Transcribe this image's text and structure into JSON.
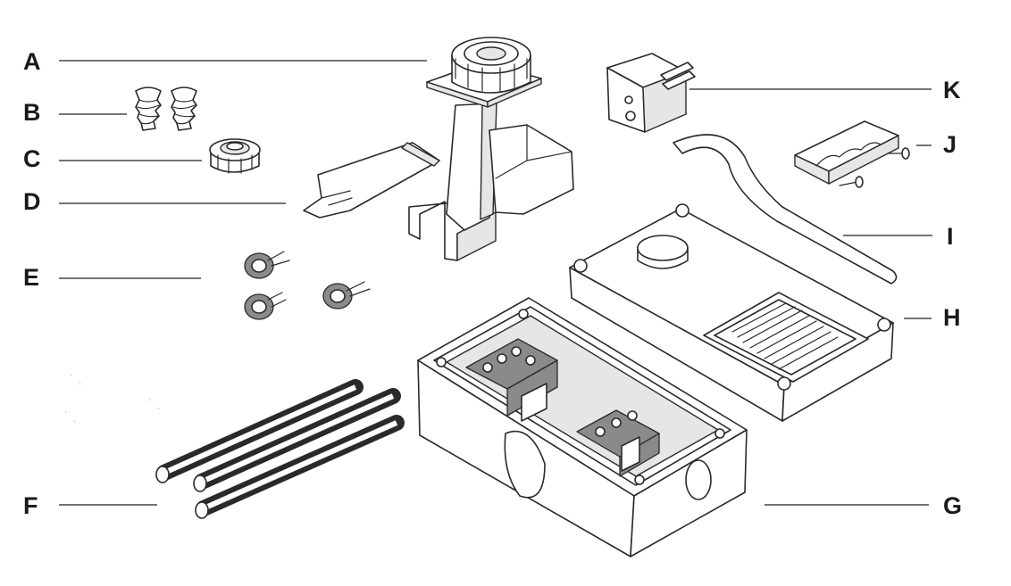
{
  "figure": {
    "labels": [
      {
        "id": "A",
        "text": "A"
      },
      {
        "id": "B",
        "text": "B"
      },
      {
        "id": "C",
        "text": "C"
      },
      {
        "id": "D",
        "text": "D"
      },
      {
        "id": "E",
        "text": "E"
      },
      {
        "id": "F",
        "text": "F"
      },
      {
        "id": "G",
        "text": "G"
      },
      {
        "id": "H",
        "text": "H"
      },
      {
        "id": "I",
        "text": "I"
      },
      {
        "id": "J",
        "text": "J"
      },
      {
        "id": "K",
        "text": "K"
      }
    ]
  },
  "colors": {
    "ink": "#2a2a2a",
    "paper": "#ffffff",
    "shade": "#e6e6e6"
  }
}
